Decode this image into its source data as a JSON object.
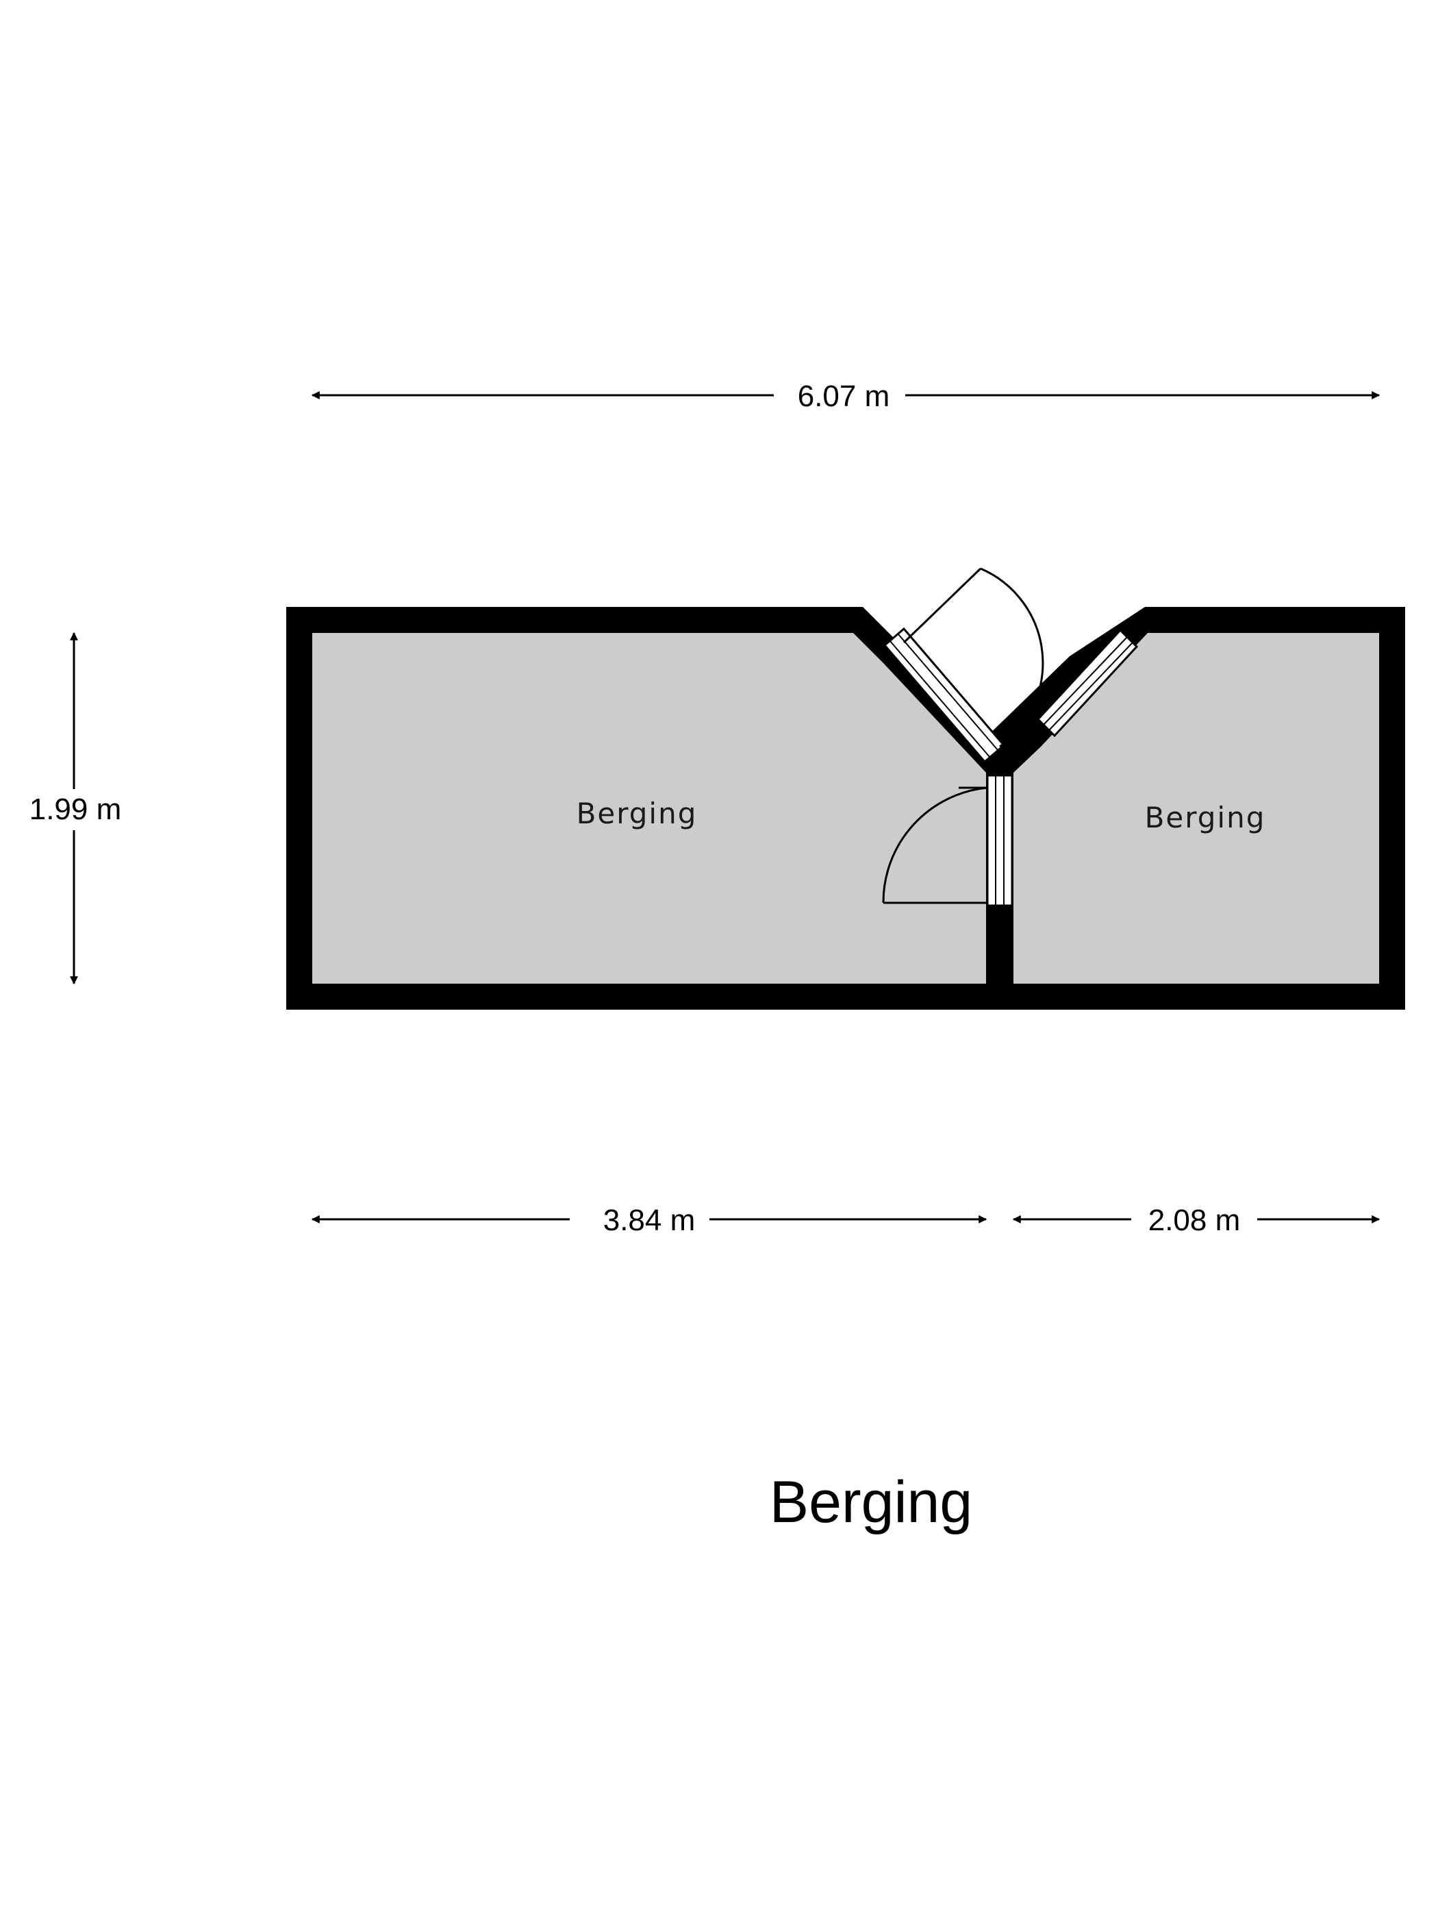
{
  "title": "Berging",
  "dimensions": {
    "total_width": "6.07 m",
    "height": "1.99 m",
    "left_width": "3.84 m",
    "right_width": "2.08 m"
  },
  "rooms": [
    {
      "label": "Berging"
    },
    {
      "label": "Berging"
    }
  ],
  "colors": {
    "wall": "#000000",
    "floor": "#cccccc",
    "background": "#ffffff"
  }
}
